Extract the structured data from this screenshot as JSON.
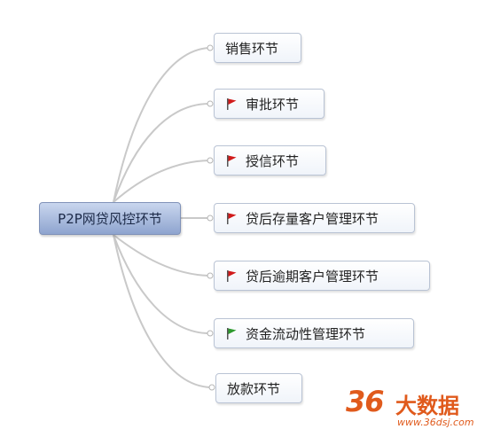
{
  "root": {
    "label": "P2P网贷风控环节"
  },
  "branches": [
    {
      "label": "销售环节",
      "flag": "none"
    },
    {
      "label": "审批环节",
      "flag": "red-flag-icon"
    },
    {
      "label": "授信环节",
      "flag": "red-flag-icon"
    },
    {
      "label": "贷后存量客户管理环节",
      "flag": "red-flag-icon"
    },
    {
      "label": "贷后逾期客户管理环节",
      "flag": "red-flag-icon"
    },
    {
      "label": "资金流动性管理环节",
      "flag": "green-flag-icon"
    },
    {
      "label": "放款环节",
      "flag": "none"
    }
  ],
  "colors": {
    "red_flag": "#d11a1a",
    "green_flag": "#2e9a2e",
    "watermark": "#e05a1c"
  },
  "watermark": {
    "number": "36",
    "brand": "大数据",
    "url": "www.36dsj.com"
  }
}
